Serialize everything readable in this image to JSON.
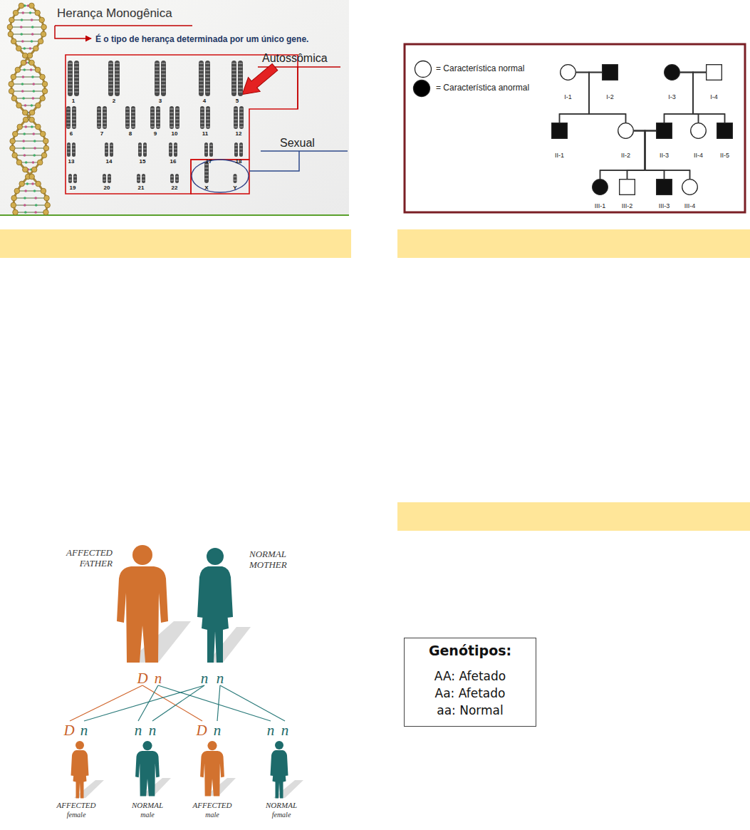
{
  "diagram": {
    "nodes": [
      {
        "text": [
          "I-1"
        ]
      },
      {
        "text": [
          "I-2"
        ]
      },
      {
        "text": [
          "I-3"
        ]
      },
      {
        "text": [
          "I-4"
        ]
      },
      {
        "text": [
          "II-1"
        ]
      },
      {
        "text": [
          "II-2"
        ]
      },
      {
        "text": [
          "II-3"
        ]
      },
      {
        "text": [
          "II-4"
        ]
      },
      {
        "text": [
          "II-5"
        ]
      },
      {
        "text": [
          "III-1"
        ]
      },
      {
        "text": [
          "III-2"
        ]
      },
      {
        "text": [
          "III-3"
        ]
      },
      {
        "text": [
          "III-4"
        ]
      },
      {
        "text": [
          "Genótipos:",
          "AA: Afetado",
          "Aa: Afetado",
          "aa: Normal"
        ]
      }
    ],
    "edges": [
      {
        "from": 0,
        "to": 1,
        "arrow": "none"
      },
      {
        "from": 0,
        "to": 4,
        "arrow": "none"
      },
      {
        "from": 1,
        "to": 4,
        "arrow": "none"
      },
      {
        "from": 0,
        "to": 5,
        "arrow": "none"
      },
      {
        "from": 1,
        "to": 5,
        "arrow": "none"
      },
      {
        "from": 2,
        "to": 3,
        "arrow": "none"
      },
      {
        "from": 2,
        "to": 6,
        "arrow": "none"
      },
      {
        "from": 3,
        "to": 6,
        "arrow": "none"
      },
      {
        "from": 2,
        "to": 7,
        "arrow": "none"
      },
      {
        "from": 3,
        "to": 7,
        "arrow": "none"
      },
      {
        "from": 2,
        "to": 8,
        "arrow": "none"
      },
      {
        "from": 3,
        "to": 8,
        "arrow": "none"
      },
      {
        "from": 5,
        "to": 6,
        "arrow": "none"
      },
      {
        "from": 5,
        "to": 9,
        "arrow": "none"
      },
      {
        "from": 6,
        "to": 9,
        "arrow": "none"
      },
      {
        "from": 5,
        "to": 10,
        "arrow": "none"
      },
      {
        "from": 6,
        "to": 10,
        "arrow": "none"
      },
      {
        "from": 5,
        "to": 11,
        "arrow": "none"
      },
      {
        "from": 6,
        "to": 11,
        "arrow": "none"
      },
      {
        "from": 5,
        "to": 12,
        "arrow": "none"
      },
      {
        "from": 6,
        "to": 12,
        "arrow": "none"
      }
    ],
    "labels": [
      "Herança Monogênica",
      "É o tipo de herança determinada por um único gene.",
      "Autossômica",
      "Sexual",
      "1",
      "2",
      "3",
      "4",
      "5",
      "6",
      "7",
      "8",
      "9",
      "10",
      "11",
      "12",
      "13",
      "14",
      "15",
      "16",
      "17",
      "18",
      "19",
      "20",
      "21",
      "22",
      "X",
      "Y",
      "AFFECTED FATHER",
      "NORMAL MOTHER",
      "D",
      "n",
      "n",
      "n",
      "D",
      "n",
      "n",
      "n",
      "D",
      "n",
      "n",
      "n",
      "AFFECTED",
      "female",
      "NORMAL",
      "male",
      "AFFECTED",
      "male",
      "NORMAL",
      "female"
    ],
    "legend": [
      {
        "text": "= Característica normal",
        "color": "#ffffff"
      },
      {
        "text": "= Característica anormal",
        "color": "#000000"
      }
    ]
  }
}
